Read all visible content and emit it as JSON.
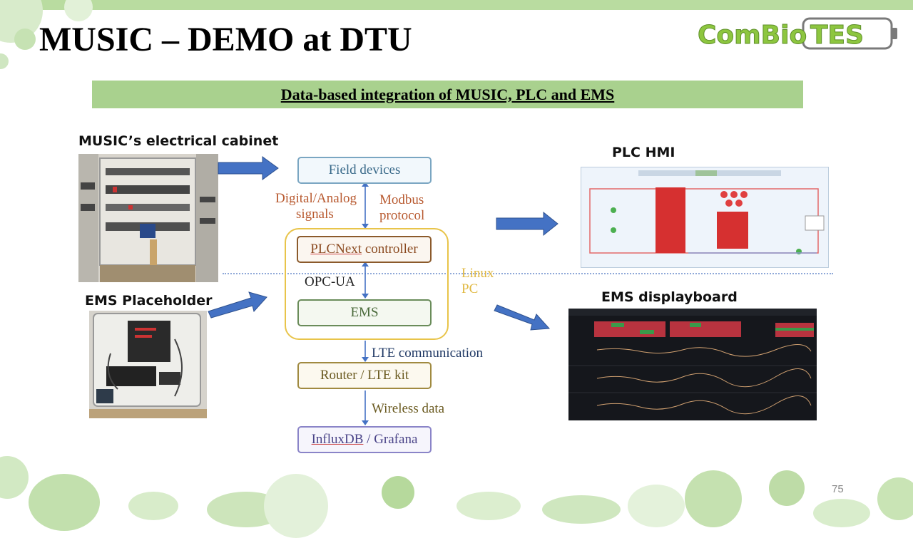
{
  "slide": {
    "title": "MUSIC – DEMO at DTU",
    "subtitle": "Data-based integration of MUSIC, PLC and EMS",
    "page_number": "75"
  },
  "logo": {
    "left_text": "ComBio",
    "right_text": "TES"
  },
  "sections": {
    "cabinet": "MUSIC’s electrical cabinet",
    "ems_placeholder": "EMS Placeholder",
    "plc_hmi": "PLC HMI",
    "ems_dashboard": "EMS displayboard"
  },
  "diagram": {
    "field_devices": "Field devices",
    "label_digital_1": "Digital/Analog",
    "label_digital_2": "signals",
    "label_modbus_1": "Modbus",
    "label_modbus_2": "protocol",
    "plc_underlined": "PLCNext",
    "plc_rest": " controller",
    "opc": "OPC-UA",
    "ems": "EMS",
    "linux_1": "Linux",
    "linux_2": "PC",
    "lte": "LTE communication",
    "router": "Router / LTE kit",
    "wireless": "Wireless data",
    "influx_underlined": "InfluxDB",
    "influx_rest": " / Grafana"
  },
  "colors": {
    "topbar": "#b9dca0",
    "banner": "#a9d18e",
    "arrow_blue": "#4472c4",
    "box_blue": "#7aa6c2",
    "box_brown": "#8b5a2b",
    "box_green": "#6a8c5a",
    "box_olive": "#a08a40",
    "box_purple": "#8a84c8",
    "pc_yellow": "#e8c44a",
    "label_red": "#b85a30",
    "label_navy": "#1f3864"
  }
}
